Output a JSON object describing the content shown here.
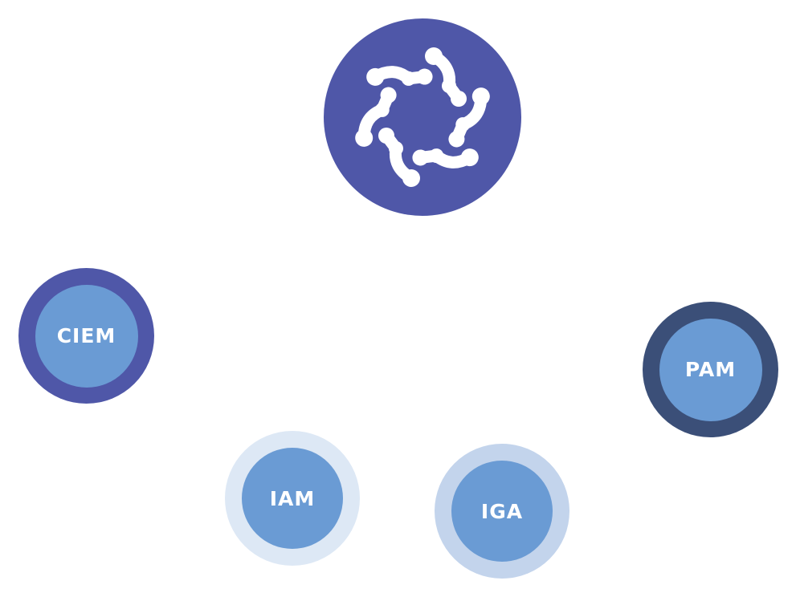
{
  "diagram": {
    "logo": {
      "icon": "swirl-network-logo-icon",
      "color": "#4f57a8",
      "mark_color": "#ffffff"
    },
    "nodes": [
      {
        "id": "ciem",
        "label": "CIEM",
        "ring_color": "#4f57a8",
        "fill_color": "#6a9bd4"
      },
      {
        "id": "pam",
        "label": "PAM",
        "ring_color": "#3b4f78",
        "fill_color": "#6a9bd4"
      },
      {
        "id": "iam",
        "label": "IAM",
        "ring_color": "#dde8f5",
        "fill_color": "#6a9bd4"
      },
      {
        "id": "iga",
        "label": "IGA",
        "ring_color": "#c3d4ec",
        "fill_color": "#6a9bd4"
      }
    ]
  }
}
